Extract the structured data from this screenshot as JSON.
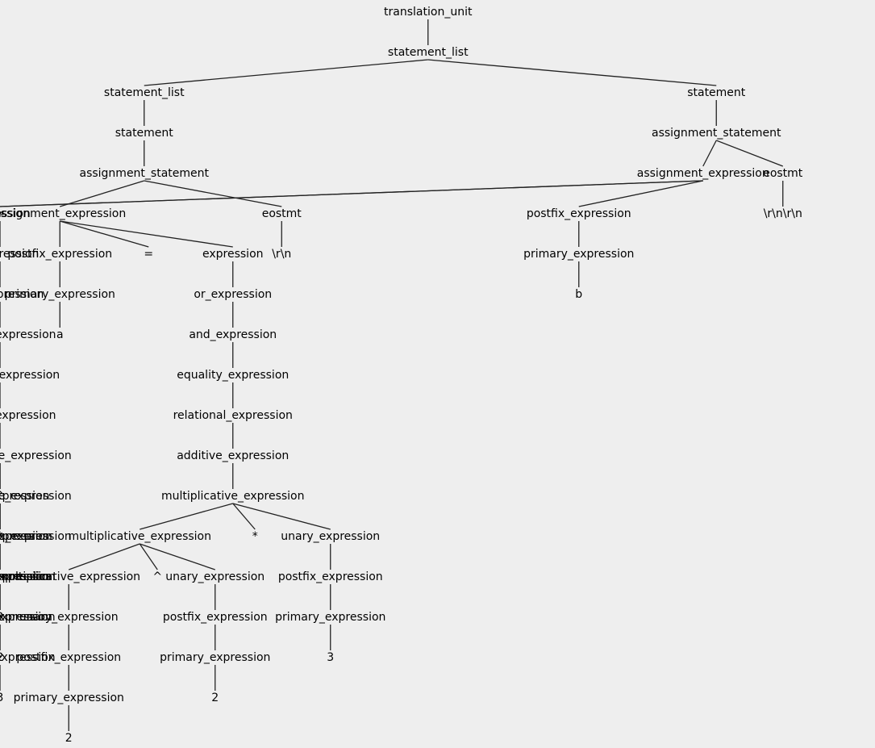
{
  "tree": {
    "label": "translation_unit",
    "children": [
      {
        "label": "statement_list",
        "children": [
          {
            "label": "statement_list",
            "children": [
              {
                "label": "statement",
                "children": [
                  {
                    "label": "assignment_statement",
                    "children": [
                      {
                        "label": "assignment_expression",
                        "children": [
                          {
                            "label": "postfix_expression",
                            "children": [
                              {
                                "label": "primary_expression",
                                "children": [
                                  {
                                    "label": "a",
                                    "children": []
                                  }
                                ]
                              }
                            ]
                          },
                          {
                            "label": "=",
                            "children": []
                          },
                          {
                            "label": "expression",
                            "children": [
                              {
                                "label": "or_expression",
                                "children": [
                                  {
                                    "label": "and_expression",
                                    "children": [
                                      {
                                        "label": "equality_expression",
                                        "children": [
                                          {
                                            "label": "relational_expression",
                                            "children": [
                                              {
                                                "label": "additive_expression",
                                                "children": [
                                                  {
                                                    "label": "multiplicative_expression",
                                                    "children": [
                                                      {
                                                        "label": "multiplicative_expression",
                                                        "children": [
                                                          {
                                                            "label": "multiplicative_expression",
                                                            "children": [
                                                              {
                                                                "label": "unary_expression",
                                                                "children": [
                                                                  {
                                                                    "label": "postfix_expression",
                                                                    "children": [
                                                                      {
                                                                        "label": "primary_expression",
                                                                        "children": [
                                                                          {
                                                                            "label": "2",
                                                                            "children": []
                                                                          }
                                                                        ]
                                                                      }
                                                                    ]
                                                                  }
                                                                ]
                                                              }
                                                            ]
                                                          },
                                                          {
                                                            "label": "^",
                                                            "children": []
                                                          },
                                                          {
                                                            "label": "unary_expression",
                                                            "children": [
                                                              {
                                                                "label": "postfix_expression",
                                                                "children": [
                                                                  {
                                                                    "label": "primary_expression",
                                                                    "children": [
                                                                      {
                                                                        "label": "2",
                                                                        "children": []
                                                                      }
                                                                    ]
                                                                  }
                                                                ]
                                                              }
                                                            ]
                                                          }
                                                        ]
                                                      },
                                                      {
                                                        "label": "*",
                                                        "children": []
                                                      },
                                                      {
                                                        "label": "unary_expression",
                                                        "children": [
                                                          {
                                                            "label": "postfix_expression",
                                                            "children": [
                                                              {
                                                                "label": "primary_expression",
                                                                "children": [
                                                                  {
                                                                    "label": "3",
                                                                    "children": []
                                                                  }
                                                                ]
                                                              }
                                                            ]
                                                          }
                                                        ]
                                                      }
                                                    ]
                                                  }
                                                ]
                                              }
                                            ]
                                          }
                                        ]
                                      }
                                    ]
                                  }
                                ]
                              }
                            ]
                          }
                        ]
                      },
                      {
                        "label": "eostmt",
                        "children": [
                          {
                            "label": "\\r\\n",
                            "children": []
                          }
                        ]
                      }
                    ]
                  }
                ]
              }
            ]
          },
          {
            "label": "statement",
            "children": [
              {
                "label": "assignment_statement",
                "children": [
                  {
                    "label": "assignment_expression",
                    "children": [
                      {
                        "label": "postfix_expression",
                        "children": [
                          {
                            "label": "primary_expression",
                            "children": [
                              {
                                "label": "b",
                                "children": []
                              }
                            ]
                          }
                        ]
                      },
                      {
                        "label": "=",
                        "children": []
                      },
                      {
                        "label": "expression",
                        "children": [
                          {
                            "label": "or_expression",
                            "children": [
                              {
                                "label": "and_expression",
                                "children": [
                                  {
                                    "label": "equality_expression",
                                    "children": [
                                      {
                                        "label": "relational_expression",
                                        "children": [
                                          {
                                            "label": "additive_expression",
                                            "children": [
                                              {
                                                "label": "multiplicative_expression",
                                                "children": [
                                                  {
                                                    "label": "multiplicative_expression",
                                                    "children": [
                                                      {
                                                        "label": "multiplicative_expression",
                                                        "children": [
                                                          {
                                                            "label": "unary_expression",
                                                            "children": [
                                                              {
                                                                "label": "postfix_expression",
                                                                "children": [
                                                                  {
                                                                    "label": "primary_expression",
                                                                    "children": [
                                                                      {
                                                                        "label": "3",
                                                                        "children": []
                                                                      }
                                                                    ]
                                                                  }
                                                                ]
                                                              }
                                                            ]
                                                          }
                                                        ]
                                                      },
                                                      {
                                                        "label": "*",
                                                        "children": []
                                                      },
                                                      {
                                                        "label": "unary_expression",
                                                        "children": [
                                                          {
                                                            "label": "postfix_expression",
                                                            "children": [
                                                              {
                                                                "label": "primary_expression",
                                                                "children": [
                                                                  {
                                                                    "label": "2",
                                                                    "children": []
                                                                  }
                                                                ]
                                                              }
                                                            ]
                                                          }
                                                        ]
                                                      }
                                                    ]
                                                  },
                                                  {
                                                    "label": "^",
                                                    "children": []
                                                  },
                                                  {
                                                    "label": "unary_expression",
                                                    "children": [
                                                      {
                                                        "label": "postfix_expression",
                                                        "children": [
                                                          {
                                                            "label": "primary_expression",
                                                            "children": [
                                                              {
                                                                "label": "2",
                                                                "children": []
                                                              }
                                                            ]
                                                          }
                                                        ]
                                                      }
                                                    ]
                                                  }
                                                ]
                                              }
                                            ]
                                          }
                                        ]
                                      }
                                    ]
                                  }
                                ]
                              }
                            ]
                          }
                        ]
                      }
                    ]
                  },
                  {
                    "label": "eostmt",
                    "children": [
                      {
                        "label": "\\r\\n\\r\\n",
                        "children": []
                      }
                    ]
                  }
                ]
              }
            ]
          }
        ]
      }
    ]
  }
}
